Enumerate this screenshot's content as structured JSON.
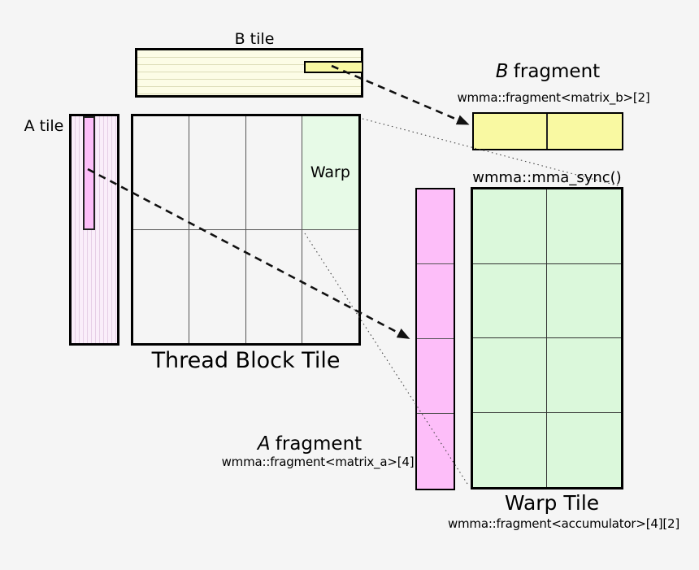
{
  "b_tile": {
    "label": "B tile"
  },
  "a_tile": {
    "label": "A tile"
  },
  "thread_block_tile": {
    "label": "Thread Block Tile",
    "warp_label": "Warp"
  },
  "b_fragment": {
    "title_em": "B",
    "title_rest": "fragment",
    "code": "wmma::fragment<matrix_b>[2]"
  },
  "mma_sync": {
    "label": "wmma::mma_sync()"
  },
  "a_fragment": {
    "title_em": "A",
    "title_rest": "fragment",
    "code": "wmma::fragment<matrix_a>[4]"
  },
  "warp_tile": {
    "label": "Warp Tile",
    "code": "wmma::fragment<accumulator>[4][2]"
  },
  "colors": {
    "background": "#f5f5f5",
    "ink": "#000000",
    "b_tile_fill": "#fcfce6",
    "b_tile_stripe": "#dcdcb8",
    "fragment_yellow": "#f9f9a2",
    "a_tile_fill": "#faeefa",
    "a_tile_stripe": "#e6cfe6",
    "fragment_pink": "#fdbef9",
    "warp_cell_green": "#e7fae7",
    "warp_tile_green": "#dbf8db"
  }
}
